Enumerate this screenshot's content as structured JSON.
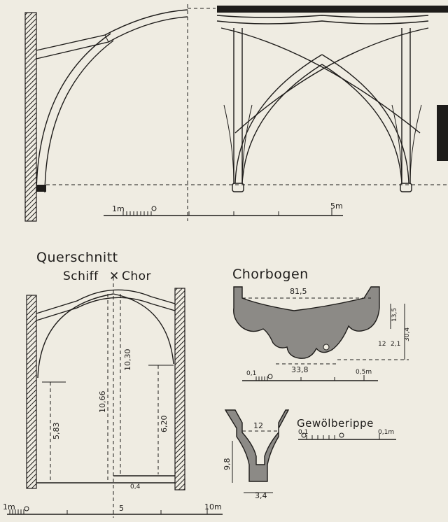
{
  "titles": {
    "cross_section": "Querschnitt",
    "nave": "Schiff",
    "choir": "Chor",
    "choir_arch": "Chorbogen",
    "vault_rib": "Gewölberippe"
  },
  "top_scale": {
    "left": "1m",
    "right": "5m"
  },
  "section_dims": {
    "left_wall_height": "5,83",
    "nave_height": "10,66",
    "choir_height": "10,30",
    "right_wall_height": "6,20",
    "small": "0,4"
  },
  "chorbogen_dims": {
    "width": "81,5",
    "inner": "33,8",
    "small": "12",
    "depth1": "13,5",
    "depth2": "30,4",
    "step": "2,1",
    "scale_left": "0,1",
    "scale_right": "0,5m"
  },
  "rib_dims": {
    "width": "12",
    "height": "9,8",
    "base": "3,4",
    "scale_left": "0,1",
    "scale_right": "0,1m"
  },
  "bottom_scale": {
    "left": "1m",
    "mid": "5",
    "right": "10m"
  }
}
